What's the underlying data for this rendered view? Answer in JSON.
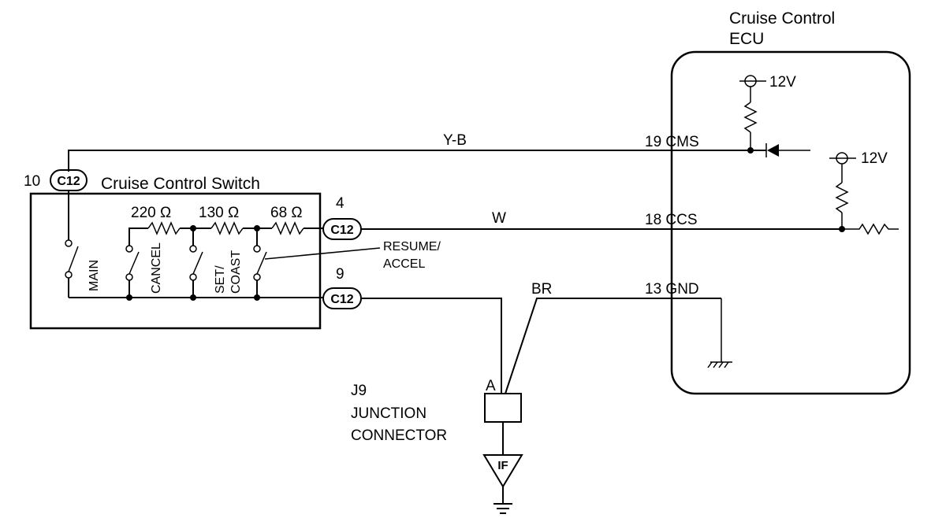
{
  "ecu": {
    "title_line1": "Cruise Control",
    "title_line2": "ECU",
    "supply_top": "12V",
    "supply_right": "12V",
    "pin_cms": "19 CMS",
    "pin_ccs": "18 CCS",
    "pin_gnd": "13 GND"
  },
  "switch": {
    "title": "Cruise Control Switch",
    "pin_10": "10",
    "pin_4": "4",
    "pin_9": "9",
    "connector": "C12",
    "r1": "220 Ω",
    "r2": "130 Ω",
    "r3": "68 Ω",
    "sw_main": "MAIN",
    "sw_cancel": "CANCEL",
    "sw_set_1": "SET/",
    "sw_set_2": "COAST",
    "sw_resume_1": "RESUME/",
    "sw_resume_2": "ACCEL"
  },
  "wires": {
    "yb": "Y-B",
    "w": "W",
    "br": "BR"
  },
  "junction": {
    "pin": "A",
    "line1": "J9",
    "line2": "JUNCTION",
    "line3": "CONNECTOR",
    "ground": "IF"
  }
}
